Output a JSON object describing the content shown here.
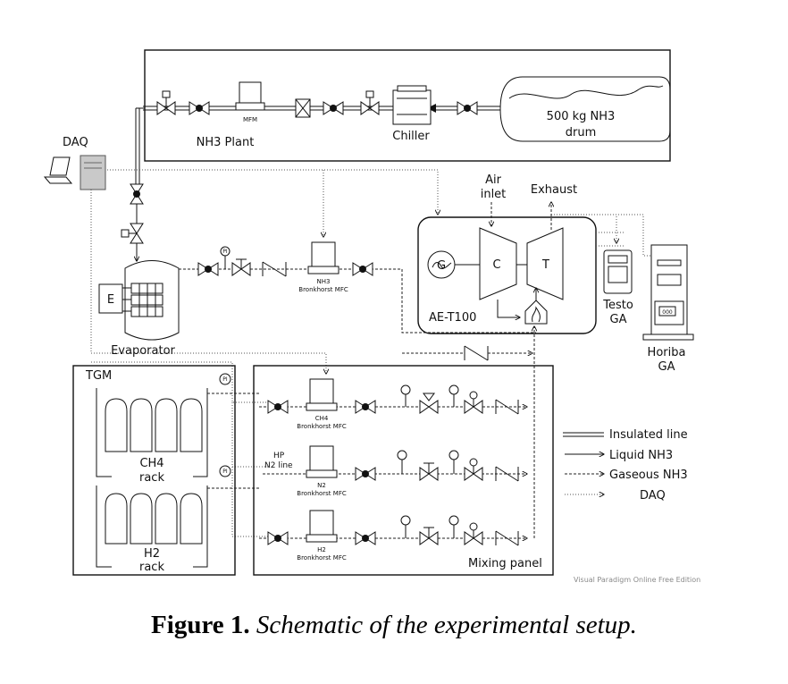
{
  "labels": {
    "nh3_drum": [
      "500 kg NH3",
      "drum"
    ],
    "chiller": "Chiller",
    "mfm": "MFM",
    "nh3_plant": "NH3 Plant",
    "daq": "DAQ",
    "evaporator": "Evaporator",
    "e_box": "E",
    "nh3_mfc": [
      "NH3",
      "Bronkhorst MFC"
    ],
    "air_inlet": [
      "Air",
      "inlet"
    ],
    "exhaust": "Exhaust",
    "generator": "G",
    "compressor": "C",
    "turbine": "T",
    "ae_t100": "AE-T100",
    "testo": [
      "Testo",
      "GA"
    ],
    "horiba": [
      "Horiba",
      "GA"
    ],
    "tgm": "TGM",
    "ch4_rack": [
      "CH4",
      "rack"
    ],
    "h2_rack": [
      "H2",
      "rack"
    ],
    "ch4_mfc": [
      "CH4",
      "Bronkhorst MFC"
    ],
    "n2_mfc": [
      "N2",
      "Bronkhorst MFC"
    ],
    "h2_mfc": [
      "H2",
      "Bronkhorst MFC"
    ],
    "hp_n2": [
      "HP",
      "N2 line"
    ],
    "mixing_panel": "Mixing panel",
    "pi": "PI",
    "horiba_display": "000"
  },
  "legend": [
    {
      "symbol": "insulated",
      "label": "Insulated line"
    },
    {
      "symbol": "liquid",
      "label": "Liquid NH3"
    },
    {
      "symbol": "gaseous",
      "label": "Gaseous NH3"
    },
    {
      "symbol": "daq",
      "label": "DAQ"
    }
  ],
  "watermark": "Visual Paradigm Online Free Edition",
  "caption": {
    "number": "Figure 1.",
    "text": "Schematic of the experimental setup."
  }
}
